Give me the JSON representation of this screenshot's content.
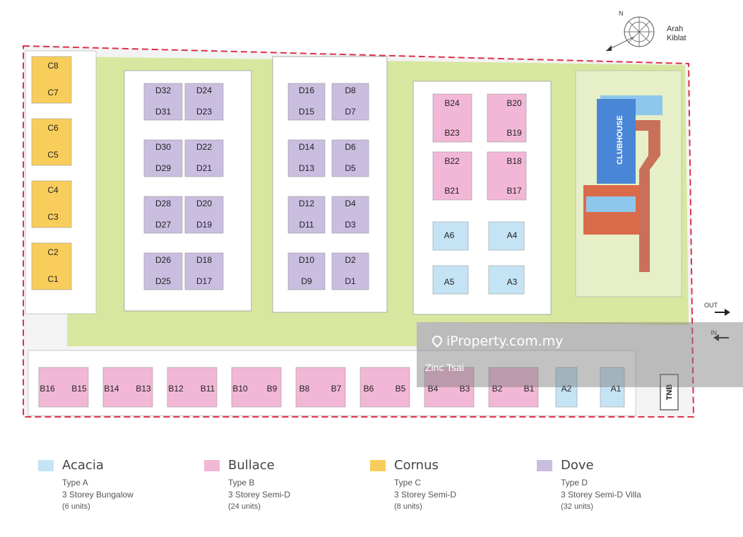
{
  "compass": {
    "north": "N",
    "qibla_line1": "Arah",
    "qibla_line2": "Kiblat"
  },
  "clubhouse": "CLUBHOUSE",
  "tnb": "TNB",
  "out_label": "OUT",
  "in_label": "IN",
  "watermark": {
    "site": "iProperty.com.my",
    "author": "Zinc Tsai"
  },
  "colors": {
    "acacia": "#c4e4f5",
    "bullace": "#f2b7d6",
    "cornus": "#f9cd5b",
    "dove": "#c9bde0",
    "green": "#d8e7a0",
    "boundary": "#e0304a"
  },
  "units": {
    "C": [
      "C8",
      "C7",
      "C6",
      "C5",
      "C4",
      "C3",
      "C2",
      "C1"
    ],
    "D_left": [
      "D32",
      "D24",
      "D31",
      "D23",
      "D30",
      "D22",
      "D29",
      "D21",
      "D28",
      "D20",
      "D27",
      "D19",
      "D26",
      "D18",
      "D25",
      "D17"
    ],
    "D_right": [
      "D16",
      "D8",
      "D15",
      "D7",
      "D14",
      "D6",
      "D13",
      "D5",
      "D12",
      "D4",
      "D11",
      "D3",
      "D10",
      "D2",
      "D9",
      "D1"
    ],
    "B_top": [
      "B24",
      "B20",
      "B23",
      "B19",
      "B22",
      "B18",
      "B21",
      "B17"
    ],
    "A_top": [
      "A6",
      "A4",
      "A5",
      "A3"
    ],
    "bottom": [
      "B16",
      "B15",
      "B14",
      "B13",
      "B12",
      "B11",
      "B10",
      "B9",
      "B8",
      "B7",
      "B6",
      "B5",
      "B4",
      "B3",
      "B2",
      "B1",
      "A2",
      "A1"
    ]
  },
  "legend": [
    {
      "name": "Acacia",
      "type": "Type A",
      "desc": "3 Storey Bungalow",
      "units": "(6 units)",
      "color": "#c4e4f5"
    },
    {
      "name": "Bullace",
      "type": "Type B",
      "desc": "3 Storey Semi-D",
      "units": "(24 units)",
      "color": "#f2b7d6"
    },
    {
      "name": "Cornus",
      "type": "Type C",
      "desc": "3 Storey Semi-D",
      "units": "(8 units)",
      "color": "#f9cd5b"
    },
    {
      "name": "Dove",
      "type": "Type D",
      "desc": "3 Storey Semi-D Villa",
      "units": "(32 units)",
      "color": "#c9bde0"
    }
  ]
}
